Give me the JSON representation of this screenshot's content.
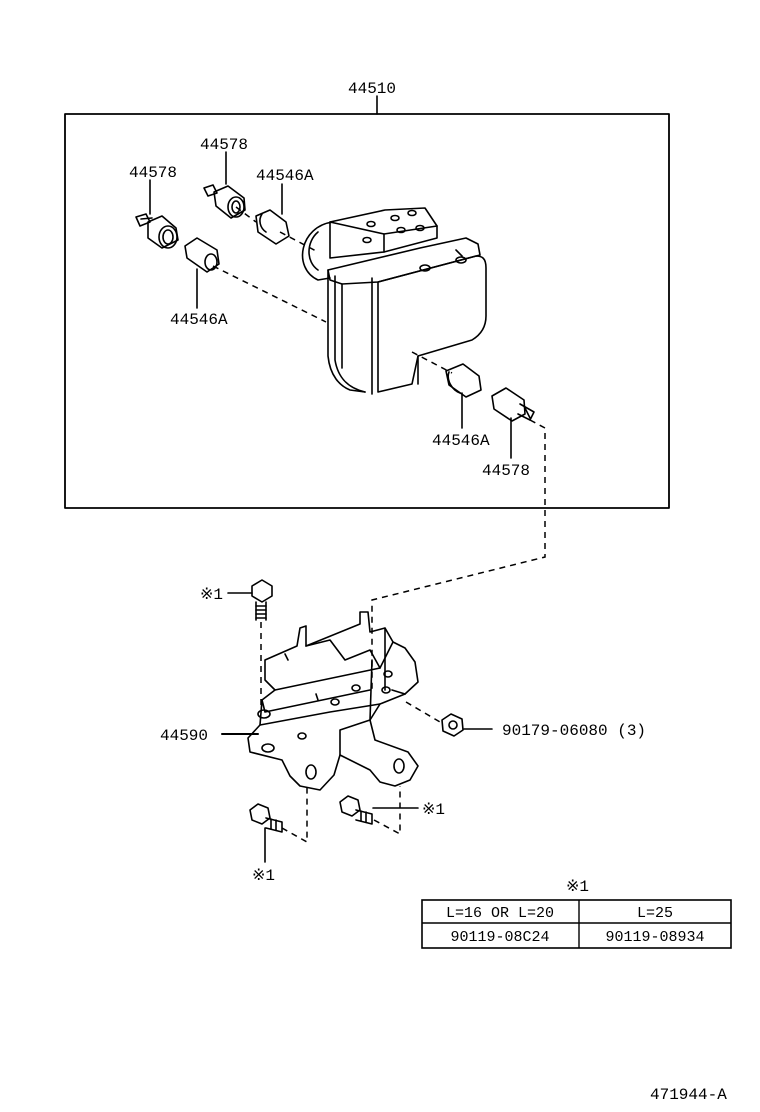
{
  "labels": {
    "assembly": "44510",
    "plug_top_a": "44578",
    "plug_top_b": "44578",
    "cap_top": "44546A",
    "cap_left": "44546A",
    "cap_bottom": "44546A",
    "plug_bottom": "44578",
    "bracket": "44590",
    "nut": "90179-06080 (3)",
    "bolt_note_top": "※1",
    "bolt_note_right": "※1",
    "bolt_note_bottom": "※1",
    "figure_id": "471944-A"
  },
  "table": {
    "note": "※1",
    "headers": [
      "L=16 OR L=20",
      "L=25"
    ],
    "parts": [
      "90119-08C24",
      "90119-08934"
    ]
  },
  "colors": {
    "line": "#000000",
    "background": "#ffffff"
  }
}
